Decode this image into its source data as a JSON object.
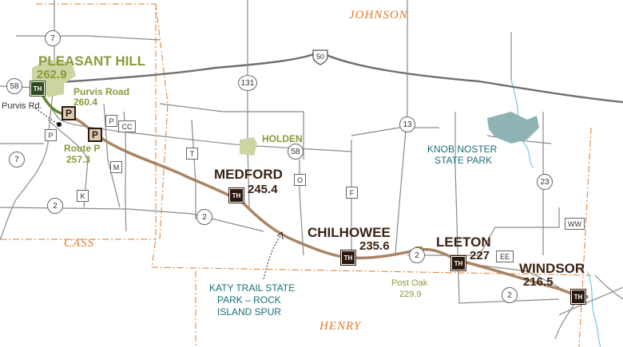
{
  "counties": {
    "johnson": "JOHNSON",
    "cass": "CASS",
    "henry": "HENRY"
  },
  "towns": {
    "pleasant_hill": {
      "name": "PLEASANT HILL",
      "mile": "262.9"
    },
    "holden": {
      "name": "HOLDEN"
    },
    "medford": {
      "name": "MEDFORD",
      "mile": "245.4"
    },
    "chilhowee": {
      "name": "CHILHOWEE",
      "mile": "235.6"
    },
    "leeton": {
      "name": "LEETON",
      "mile": "227"
    },
    "windsor": {
      "name": "WINDSOR",
      "mile": "216.5"
    }
  },
  "access_points": {
    "purvis_road": {
      "name": "Purvis Road",
      "mile": "260.4"
    },
    "route_p": {
      "name": "Route P",
      "mile": "257.3"
    },
    "post_oak": {
      "name": "Post Oak",
      "mile": "229.9"
    },
    "purvis_rd_small": "Purvis Rd."
  },
  "park": {
    "line1": "KNOB NOSTER",
    "line2": "STATE PARK"
  },
  "trail_label": {
    "line1": "KATY TRAIL STATE",
    "line2": "PARK – ROCK",
    "line3": "ISLAND SPUR"
  },
  "routes": {
    "r7a": "7",
    "r7b": "7",
    "r58a": "58",
    "r58b": "58",
    "r131": "131",
    "r13": "13",
    "r23": "23",
    "r2a": "2",
    "r2b": "2",
    "r2c": "2",
    "r2d": "2",
    "us50": "50"
  },
  "letter_routes": {
    "p1": "P",
    "p2": "P",
    "cc": "CC",
    "m": "M",
    "k": "K",
    "t": "T",
    "o": "O",
    "f": "F",
    "ww": "WW",
    "ee": "EE"
  },
  "markers": {
    "trailhead": "TH",
    "parking": "P"
  },
  "colors": {
    "trail": "#a98463",
    "county_line": "#e07a2a",
    "road": "#7a7a7a",
    "town_fill": "#cdd3a1",
    "park_fill": "#8fb3b5",
    "water": "#7fc4e4",
    "trailhead": "#2c1a0e"
  }
}
